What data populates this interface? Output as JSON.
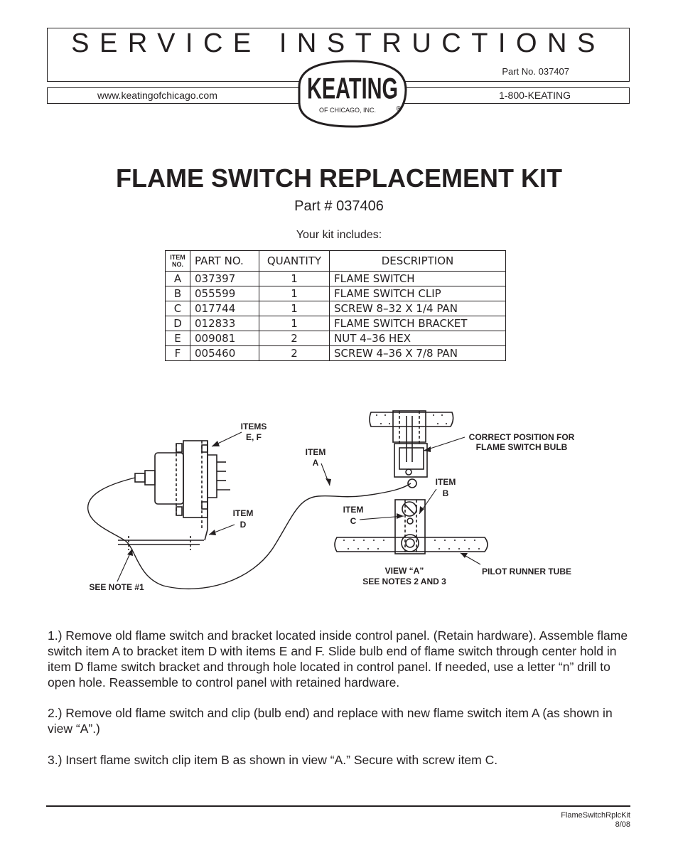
{
  "header": {
    "title": "SERVICE INSTRUCTIONS",
    "part_no": "Part No. 037407",
    "website": "www.keatingofchicago.com",
    "phone": "1-800-KEATING",
    "logo_text": "KEATING",
    "logo_sub": "OF CHICAGO, INC.",
    "logo_mark": "®"
  },
  "title": "FLAME SWITCH REPLACEMENT KIT",
  "part_number": "Part # 037406",
  "kit_intro": "Your kit includes:",
  "table": {
    "headers": {
      "item_line1": "ITEM",
      "item_line2": "NO.",
      "part": "PART  NO.",
      "quantity": "QUANTITY",
      "description": "DESCRIPTION"
    },
    "rows": [
      {
        "item": "A",
        "part": "037397",
        "qty": "1",
        "desc": "FLAME  SWITCH"
      },
      {
        "item": "B",
        "part": "055599",
        "qty": "1",
        "desc": "FLAME  SWITCH  CLIP"
      },
      {
        "item": "C",
        "part": "017744",
        "qty": "1",
        "desc": "SCREW  8–32  X  1/4  PAN"
      },
      {
        "item": "D",
        "part": "012833",
        "qty": "1",
        "desc": "FLAME  SWITCH  BRACKET"
      },
      {
        "item": "E",
        "part": "009081",
        "qty": "2",
        "desc": "NUT  4–36  HEX"
      },
      {
        "item": "F",
        "part": "005460",
        "qty": "2",
        "desc": "SCREW  4–36  X  7/8  PAN"
      }
    ]
  },
  "diagram": {
    "items_ef_1": "ITEMS",
    "items_ef_2": "E, F",
    "item_a_1": "ITEM",
    "item_a_2": "A",
    "item_d_1": "ITEM",
    "item_d_2": "D",
    "item_b_1": "ITEM",
    "item_b_2": "B",
    "item_c_1": "ITEM",
    "item_c_2": "C",
    "correct_pos_1": "CORRECT POSITION FOR",
    "correct_pos_2": "FLAME SWITCH BULB",
    "see_note_1": "SEE NOTE #1",
    "view_a_1": "VIEW “A”",
    "view_a_2": "SEE NOTES 2 AND 3",
    "pilot_tube": "PILOT RUNNER TUBE"
  },
  "notes": [
    "1.) Remove old flame switch and bracket located inside control panel. (Retain hardware). Assemble flame switch item A to bracket item D with items E and F. Slide bulb end of flame switch through center hold in item D flame switch bracket and through hole located in control panel. If needed, use a letter “n” drill to open hole. Reassemble to control panel with retained hardware.",
    "2.) Remove old flame switch and clip (bulb end) and replace with new flame switch item A (as shown in view “A”.)",
    "3.) Insert flame switch clip item B as shown in view “A.” Secure with screw item C."
  ],
  "footer": {
    "doc_id": "FlameSwitchRplcKit",
    "date": "8/08"
  }
}
